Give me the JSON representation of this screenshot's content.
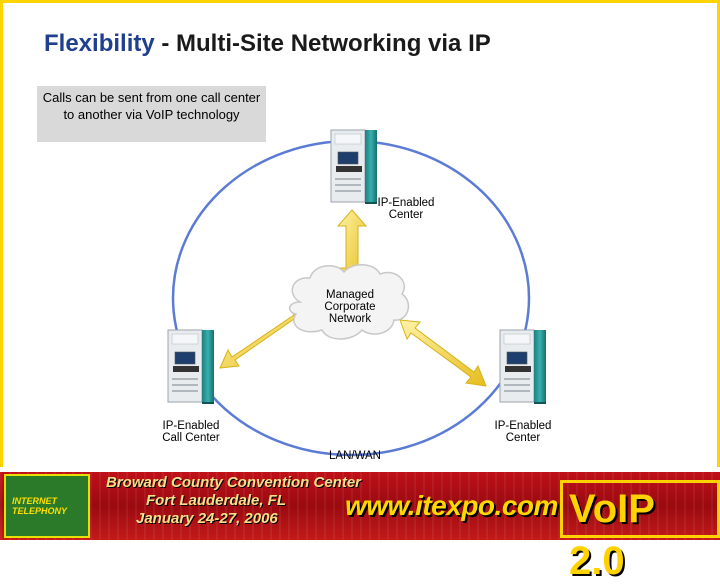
{
  "slide": {
    "title_keyword": "Flexibility",
    "title_rest": " - Multi-Site Networking via IP",
    "callout": "Calls can be sent from one call center to another via VoIP technology"
  },
  "diagram": {
    "cloud_label_lines": [
      "Managed",
      "Corporate",
      "Network"
    ],
    "top_node_lines": [
      "IP-Enabled",
      "Center"
    ],
    "left_node_lines": [
      "IP-Enabled",
      "Call Center"
    ],
    "right_node_lines": [
      "IP-Enabled",
      "Center"
    ],
    "ring_label": "LAN/WAN"
  },
  "footer": {
    "venue_line1": "Broward County Convention Center",
    "venue_line2": "Fort Lauderdale, FL",
    "dates": "January 24-27, 2006",
    "url": "www.itexpo.com",
    "brand": "VoIP 2.0",
    "badge_text": "INTERNET TELEPHONY"
  },
  "colors": {
    "title_keyword": "#1f3f8f",
    "ring": "#5b7bd5",
    "arrow": "#f3d23a",
    "server_body": "#2e9c9c",
    "footer_red": "#c01018",
    "footer_yellow": "#ffd800"
  }
}
